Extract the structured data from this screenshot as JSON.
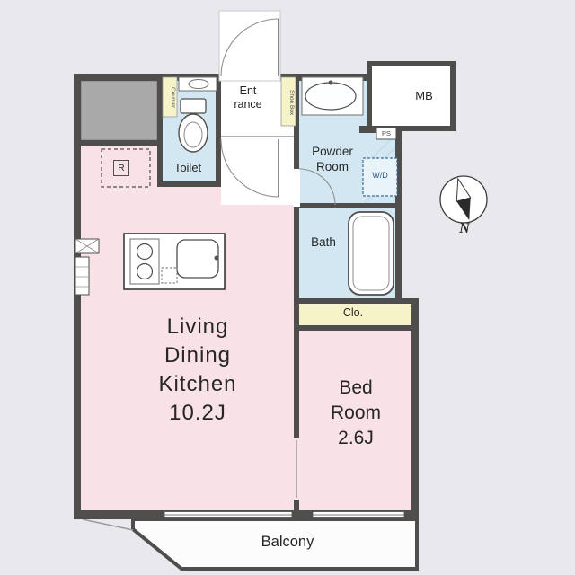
{
  "rooms": {
    "ldk": {
      "label": [
        "Living",
        "Dining",
        "Kitchen",
        "10.2J"
      ]
    },
    "bedroom": {
      "label": [
        "Bed",
        "Room",
        "2.6J"
      ]
    },
    "toilet": {
      "label": "Toilet"
    },
    "entrance": {
      "label": [
        "Ent",
        "rance"
      ]
    },
    "powder_room": {
      "label": [
        "Powder",
        "Room"
      ]
    },
    "bath": {
      "label": "Bath"
    },
    "closet": {
      "label": "Clo."
    },
    "meter_box": {
      "label": "MB"
    },
    "balcony": {
      "label": "Balcony"
    }
  },
  "fixtures": {
    "washer_dryer": "W/D",
    "refrigerator": "R",
    "pipe_space": "PS",
    "toilet_counter": "Counter",
    "shoe_box": "Shoe Box"
  },
  "compass": {
    "north_label": "N"
  },
  "palette": {
    "wall": "#4f4e4c",
    "room_pink": "#f8e2e7",
    "wet_area_blue": "#d2e7f2",
    "storage_yellow": "#f6f3c9",
    "background": "#e9e9ed"
  }
}
